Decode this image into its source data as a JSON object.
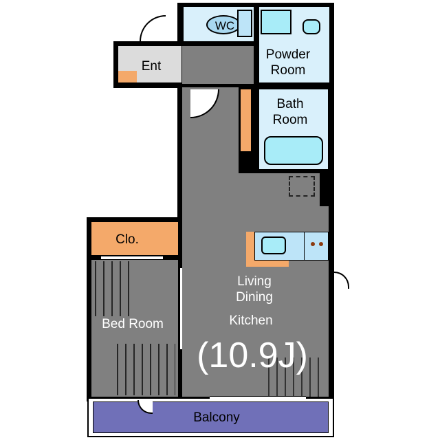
{
  "rooms": {
    "wc": "WC",
    "entrance": "Ent",
    "powder_room": [
      "Powder",
      "Room"
    ],
    "bath_room": [
      "Bath",
      "Room"
    ],
    "closet": "Clo.",
    "bed_room": "Bed Room",
    "ldk": [
      "Living",
      "Dining",
      "Kitchen"
    ],
    "ldk_size": "(10.9J)",
    "balcony": "Balcony"
  },
  "colors": {
    "wall": "#000000",
    "floor": "#808080",
    "wet_area": "#d9f0fb",
    "storage": "#f4a96a",
    "balcony": "#7070b8",
    "entrance": "#dcdcdc"
  }
}
